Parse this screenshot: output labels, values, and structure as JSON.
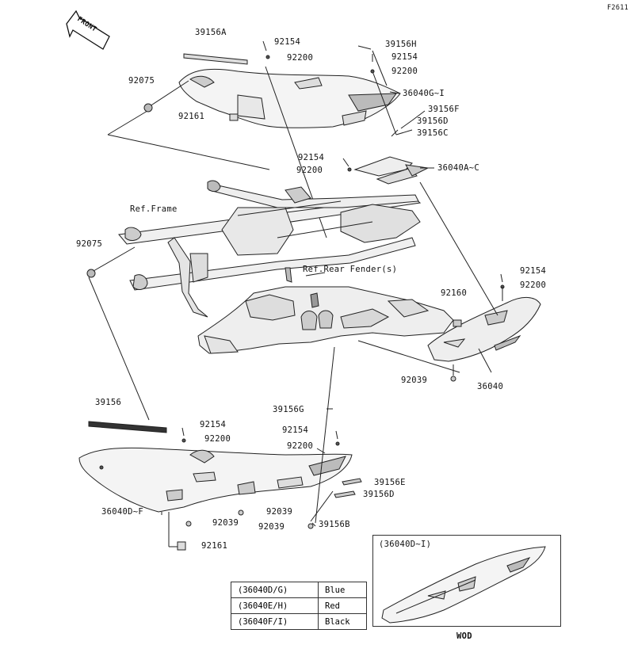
{
  "figure_code": "F2611",
  "front_label": "FRONT",
  "ref_frame": "Ref.Frame",
  "ref_fender": "Ref.Rear Fender(s)",
  "parts": {
    "p39156A": "39156A",
    "p92154a": "92154",
    "p92200a": "92200",
    "p39156H": "39156H",
    "p92154b": "92154",
    "p92200b": "92200",
    "p36040GI": "36040G~I",
    "p92075a": "92075",
    "p92161a": "92161",
    "p39156F": "39156F",
    "p39156D": "39156D",
    "p39156C": "39156C",
    "p92154c": "92154",
    "p92200c": "92200",
    "p36040AC": "36040A~C",
    "p92075b": "92075",
    "p92154d": "92154",
    "p92200d": "92200",
    "p92160": "92160",
    "p92039a": "92039",
    "p36040": "36040",
    "p39156": "39156",
    "p92154e": "92154",
    "p92200e": "92200",
    "p39156G": "39156G",
    "p92154f": "92154",
    "p92200f": "92200",
    "p39156E": "39156E",
    "p39156D2": "39156D",
    "p36040DF": "36040D~F",
    "p92039b": "92039",
    "p92039c": "92039",
    "p92039d": "92039",
    "p39156B": "39156B",
    "p92161b": "92161"
  },
  "color_table": [
    {
      "code": "(36040D/G)",
      "color": "Blue"
    },
    {
      "code": "(36040E/H)",
      "color": "Red"
    },
    {
      "code": "(36040F/I)",
      "color": "Black"
    }
  ],
  "inset": {
    "title": "(36040D~I)",
    "caption": "WOD"
  }
}
